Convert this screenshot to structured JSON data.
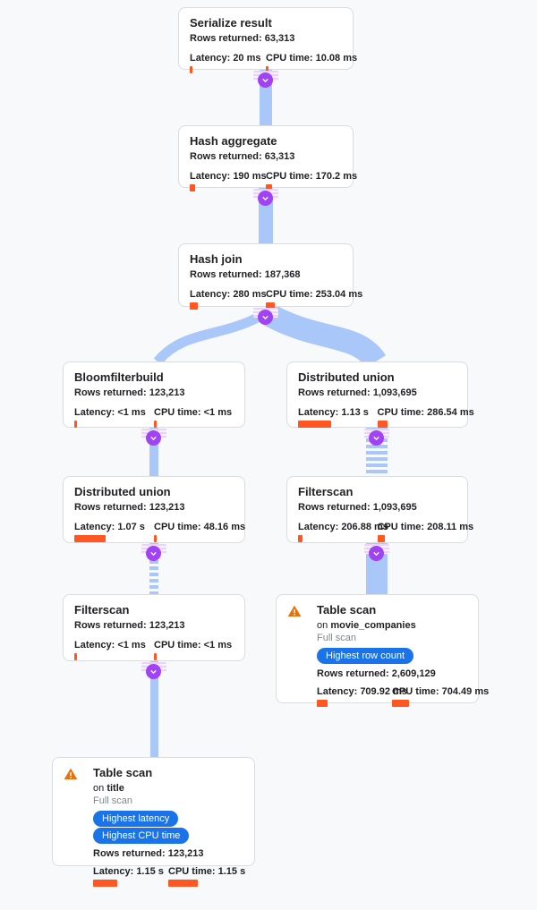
{
  "page": {
    "background": "#f8f9fa"
  },
  "colors": {
    "edge_blue": "#a9c7f9",
    "bar_orange": "#ff5722",
    "badge_blue": "#1a73e8",
    "expand_purple": "#a142f4",
    "warning_orange": "#e8710a"
  },
  "labels": {
    "rows": "Rows returned:",
    "latency": "Latency:",
    "cpu": "CPU time:",
    "on": "on",
    "full_scan": "Full scan"
  },
  "nodes": [
    {
      "title": "Serialize result",
      "rows": "63,313",
      "latency": "20 ms",
      "cpu": "10.08 ms",
      "latency_bar": 3,
      "cpu_bar": 3
    },
    {
      "title": "Hash aggregate",
      "rows": "63,313",
      "latency": "190 ms",
      "cpu": "170.2 ms",
      "latency_bar": 6,
      "cpu_bar": 7
    },
    {
      "title": "Hash join",
      "rows": "187,368",
      "latency": "280 ms",
      "cpu": "253.04 ms",
      "latency_bar": 9,
      "cpu_bar": 10
    },
    {
      "title": "Bloomfilterbuild",
      "rows": "123,213",
      "latency": "<1 ms",
      "cpu": "<1 ms",
      "latency_bar": 3,
      "cpu_bar": 3
    },
    {
      "title": "Distributed union",
      "rows": "1,093,695",
      "latency": "1.13 s",
      "cpu": "286.54 ms",
      "latency_bar": 37,
      "cpu_bar": 11
    },
    {
      "title": "Distributed union",
      "rows": "123,213",
      "latency": "1.07 s",
      "cpu": "48.16 ms",
      "latency_bar": 35,
      "cpu_bar": 3
    },
    {
      "title": "Filterscan",
      "rows": "1,093,695",
      "latency": "206.88 ms",
      "cpu": "208.11 ms",
      "latency_bar": 5,
      "cpu_bar": 8
    },
    {
      "title": "Filterscan",
      "rows": "123,213",
      "latency": "<1 ms",
      "cpu": "<1 ms",
      "latency_bar": 3,
      "cpu_bar": 3
    },
    {
      "title": "Table scan",
      "table": "movie_companies",
      "scan_type": "Full scan",
      "badges": [
        "Highest row count"
      ],
      "rows": "2,609,129",
      "latency": "709.92 ms",
      "cpu": "704.49 ms",
      "latency_bar": 12,
      "cpu_bar": 19,
      "warning": true
    },
    {
      "title": "Table scan",
      "table": "title",
      "scan_type": "Full scan",
      "badges": [
        "Highest latency",
        "Highest CPU time"
      ],
      "rows": "123,213",
      "latency": "1.15 s",
      "cpu": "1.15 s",
      "latency_bar": 27,
      "cpu_bar": 33,
      "warning": true
    }
  ]
}
